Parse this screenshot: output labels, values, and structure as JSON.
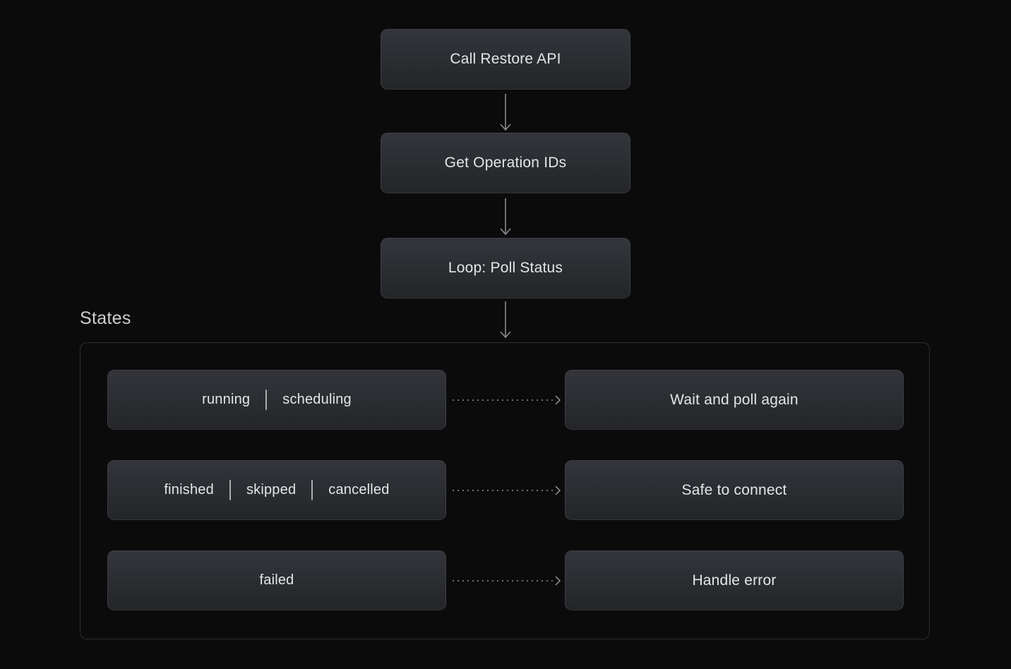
{
  "palette": {
    "page_bg": "#0b0b0c",
    "node_bg_top": "#33353b",
    "node_bg_bottom": "#232528",
    "node_border": "#3e4046",
    "node_text": "#e4e5e7",
    "group_border": "#2c2e33",
    "section_label_color": "#cdced0",
    "arrow_color": "#8a8b8f"
  },
  "flow": {
    "nodes": [
      {
        "label": "Call Restore API"
      },
      {
        "label": "Get Operation IDs"
      },
      {
        "label": "Loop: Poll Status"
      }
    ]
  },
  "states": {
    "section_label": "States",
    "rows": [
      {
        "states": [
          "running",
          "scheduling"
        ],
        "action": "Wait and poll again"
      },
      {
        "states": [
          "finished",
          "skipped",
          "cancelled"
        ],
        "action": "Safe to connect"
      },
      {
        "states": [
          "failed"
        ],
        "action": "Handle error"
      }
    ]
  }
}
